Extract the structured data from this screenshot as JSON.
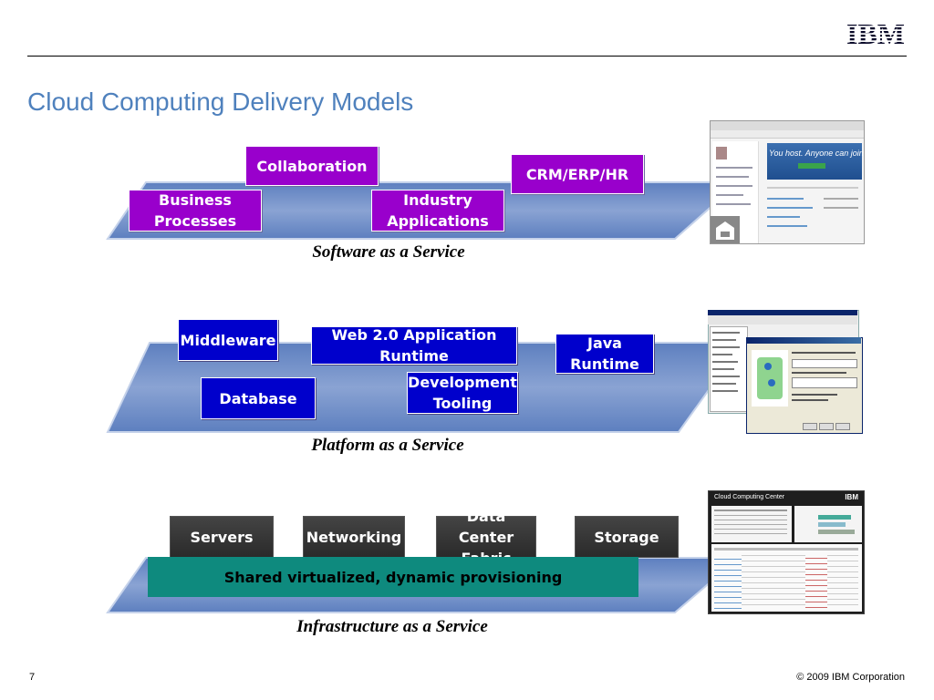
{
  "header": {
    "logo_text": "IBM"
  },
  "title": "Cloud Computing Delivery Models",
  "saas": {
    "label": "Software as a Service",
    "boxes": [
      "Collaboration",
      "CRM/ERP/HR",
      "Business\nProcesses",
      "Industry\nApplications"
    ]
  },
  "paas": {
    "label": "Platform as a Service",
    "boxes": [
      "Middleware",
      "Web 2.0 Application\nRuntime",
      "Java\nRuntime",
      "Development\nTooling",
      "Database"
    ]
  },
  "iaas": {
    "label": "Infrastructure as a Service",
    "boxes": [
      "Servers",
      "Networking",
      "Data Center\nFabric",
      "Storage"
    ],
    "shared_bar": "Shared virtualized, dynamic provisioning"
  },
  "thumbnails": {
    "saas_banner": "You host. Anyone can join!",
    "iaas_title": "Cloud Computing Center",
    "iaas_logo": "IBM"
  },
  "footer": {
    "page": "7",
    "copyright": "© 2009 IBM Corporation"
  },
  "colors": {
    "title": "#4f81bd",
    "saas_box": "#9900cc",
    "paas_box": "#0000cc",
    "iaas_box": "#333333",
    "shared_bar": "#0e8a7e",
    "platform": "#7b96c8"
  }
}
